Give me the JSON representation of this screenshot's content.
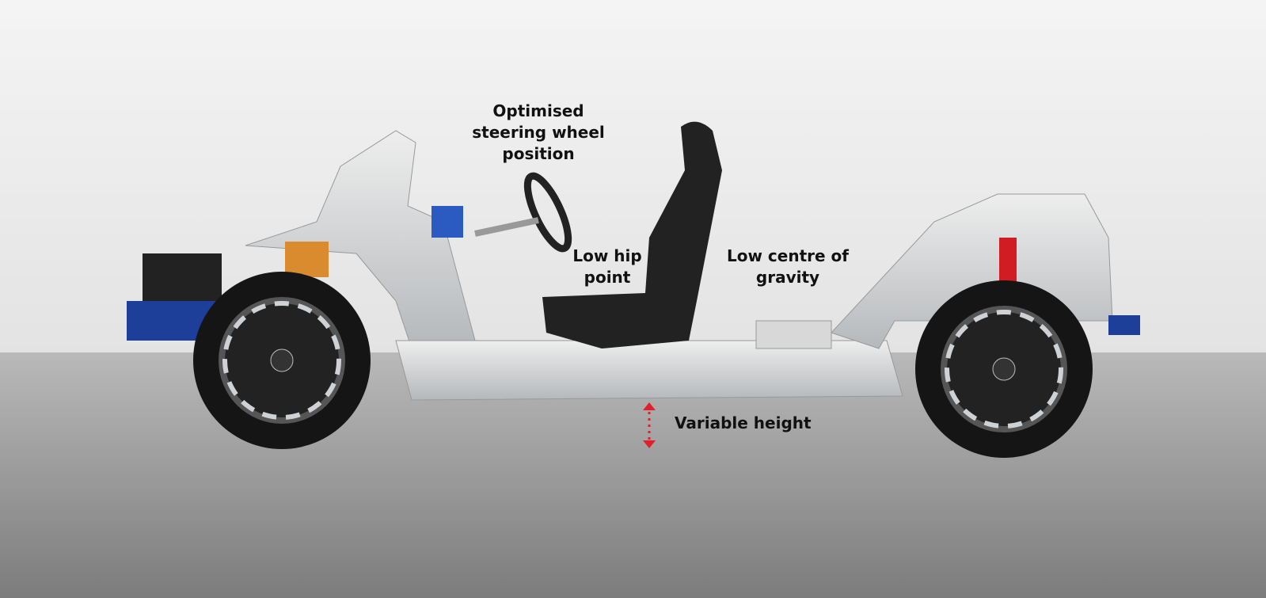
{
  "annotations": {
    "steering": "Optimised steering wheel position",
    "hip": "Low hip point",
    "gravity": "Low centre of gravity",
    "height": "Variable height"
  },
  "colors": {
    "background": "#ececec",
    "floor": "#8f8f8f",
    "arrow": "#e0202a",
    "body_blue": "#1d3f9a",
    "aluminium": "#d6d8da"
  }
}
